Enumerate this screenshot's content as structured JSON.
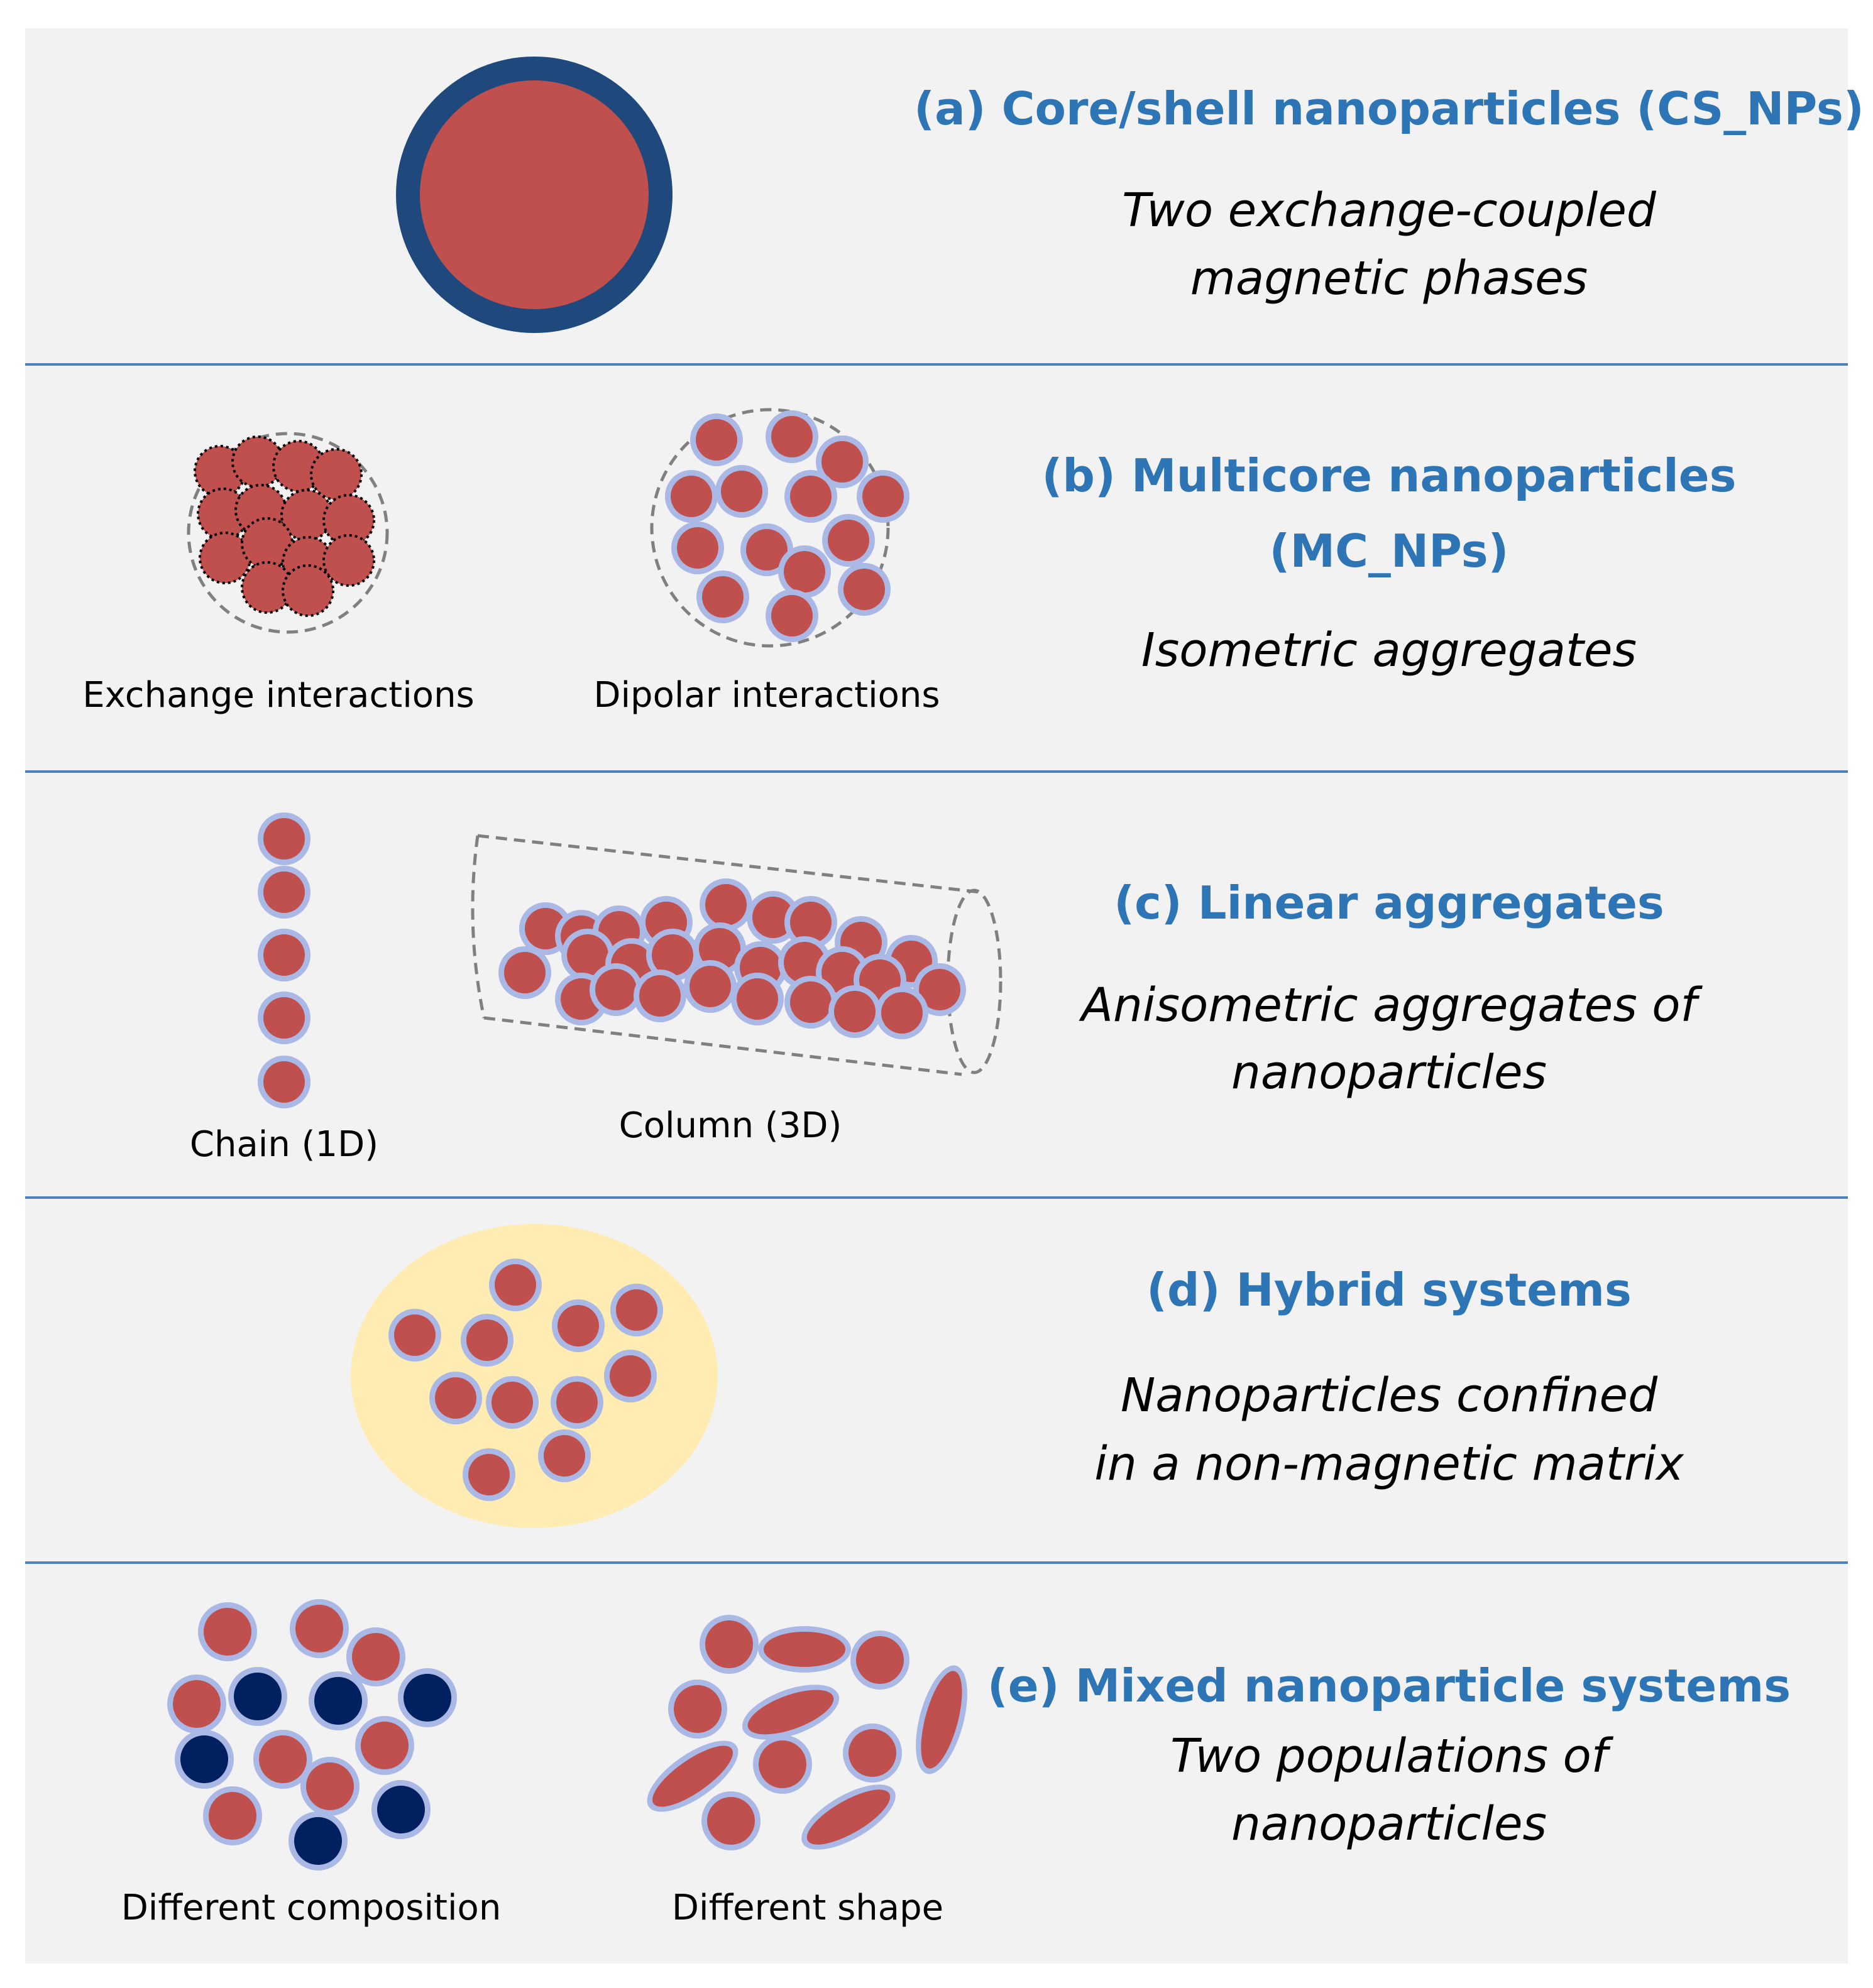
{
  "colors": {
    "panel": "#f2f2f2",
    "divider": "#4f81bd",
    "title": "#2e75b6",
    "core": "#c0504d",
    "shell": "#aab8e6",
    "dark_core": "#002060",
    "cs_shell": "#1f497d",
    "matrix": "#ffecb3",
    "dashed": "#808080"
  },
  "panels": [
    {
      "title": "(a) Core/shell nanoparticles  (CS_NPs)",
      "subtitle": [
        "Two exchange-coupled",
        "magnetic phases"
      ],
      "labels": []
    },
    {
      "title": [
        "(b) Multicore nanoparticles",
        "(MC_NPs)"
      ],
      "subtitle": [
        "Isometric  aggregates"
      ],
      "labels": [
        "Exchange interactions",
        "Dipolar interactions"
      ]
    },
    {
      "title": "(c) Linear aggregates",
      "subtitle": [
        "Anisometric  aggregates of",
        "nanoparticles"
      ],
      "labels": [
        "Chain (1D)",
        "Column (3D)"
      ]
    },
    {
      "title": "(d) Hybrid systems",
      "subtitle": [
        "Nanoparticles confined",
        "in a non-magnetic matrix"
      ],
      "labels": []
    },
    {
      "title": "(e) Mixed nanoparticle systems",
      "subtitle": [
        "Two populations of",
        "nanoparticles"
      ],
      "labels": [
        "Different composition",
        "Different shape"
      ]
    }
  ]
}
